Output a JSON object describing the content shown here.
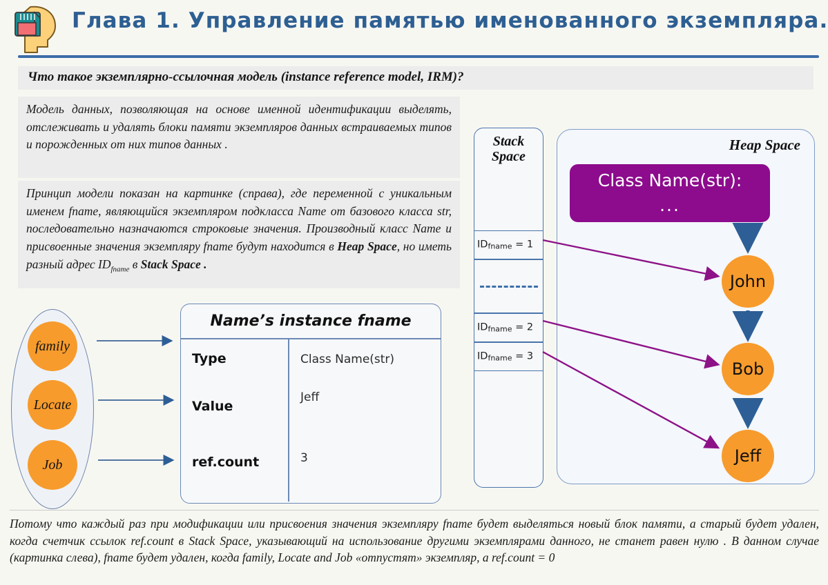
{
  "header": {
    "title": "Глава 1. Управление памятью именованного экземпляра.",
    "icon": "brain-memory-card-icon",
    "accent_color": "#2e5f92",
    "rule_color": "#3c6ca8"
  },
  "subtitle": {
    "text": "Что такое экземплярно-ссылочная модель (instance reference model, IRM)?"
  },
  "paragraphs": {
    "p1": "Модель данных, позволяющая на основе именной идентификации выделять, отслеживать и удалять блоки памяти экземпляров данных встраиваемых типов и порожденных от них типов данных .",
    "p2_a": "Принцип модели показан на картинке (справа), где переменной с уникальным именем fname, являющийся экземпляром подкласса Name от  базового класса str, последовательно назначаются строковые значения. Производный класс Name и присвоенные значения экземпляру fname будут находится в ",
    "p2_b": "Heap Space",
    "p2_c": ", но иметь разный адрес  ID",
    "p2_sub": "fname",
    "p2_d": " в ",
    "p2_e": "Stack Space",
    "p2_f": " ."
  },
  "ref_circles": [
    {
      "label": "family"
    },
    {
      "label": "Locate"
    },
    {
      "label": "Job"
    }
  ],
  "instance_table": {
    "title": "Name’s instance fname",
    "rows": [
      {
        "key": "Type",
        "value": "Class Name(str)"
      },
      {
        "key": "Value",
        "value": "Jeff"
      },
      {
        "key": "ref.count",
        "value": "3"
      }
    ]
  },
  "stack_space": {
    "title_line1": "Stack",
    "title_line2": "Space",
    "rows": [
      {
        "prefix": "",
        "sub": "",
        "suffix": "",
        "kind": "empty"
      },
      {
        "prefix": "ID",
        "sub": "fname",
        "suffix": " = 1",
        "kind": "id"
      },
      {
        "prefix": "",
        "sub": "",
        "suffix": "",
        "kind": "dashed"
      },
      {
        "prefix": "ID",
        "sub": "fname",
        "suffix": " = 2",
        "kind": "id"
      },
      {
        "prefix": "ID",
        "sub": "fname",
        "suffix": " = 3",
        "kind": "id"
      },
      {
        "prefix": "",
        "sub": "",
        "suffix": "",
        "kind": "empty"
      }
    ]
  },
  "heap_space": {
    "title": "Heap Space",
    "class_box": {
      "line1": "Class Name(str):",
      "line2": "...",
      "color": "#8d0b8d"
    },
    "values": [
      {
        "label": "John"
      },
      {
        "label": "Bob"
      },
      {
        "label": "Jeff"
      }
    ]
  },
  "footer": {
    "text_a": "Потому что каждый раз при модификации или присвоения значения экземпляру fname будет выделяться новый блок памяти, а старый будет удален, когда счетчик ссылок ref.count в Stack Space, указывающий на использование другими экземплярами данного, не станет равен нулю . В данном случае (картинка слева), fname будет удален, когда family, Locate and Job «отпустят» экземпляр, а ref.count = 0"
  },
  "colors": {
    "orange": "#f79b2c",
    "purple": "#8d0b8d",
    "arrow_blue": "#2d5f96",
    "arrow_magenta": "#9c1f94",
    "panel_grey": "#ececec",
    "page_bg": "#f7f7f2"
  }
}
